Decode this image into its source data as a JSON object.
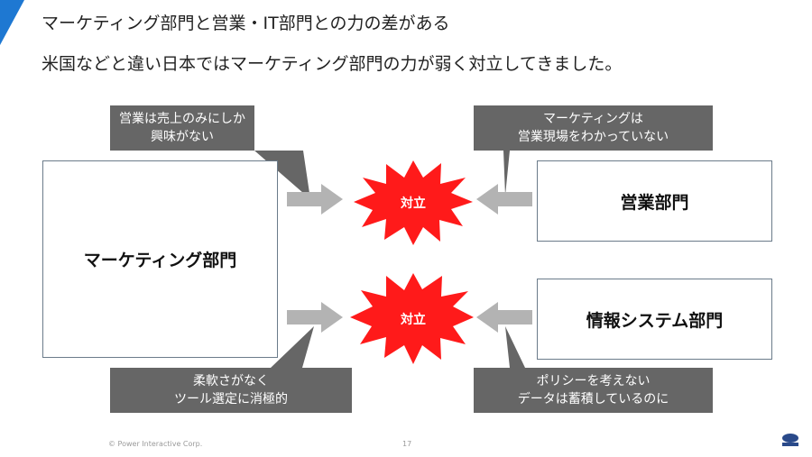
{
  "title": "マーケティング部門と営業・IT部門との力の差がある",
  "subtitle": "米国などと違い日本ではマーケティング部門の力が弱く対立してきました。",
  "boxes": {
    "marketing": "マーケティング部門",
    "sales": "営業部門",
    "it": "情報システム部門"
  },
  "callouts": {
    "sales_view": {
      "line1": "営業は売上のみにしか",
      "line2": "興味がない"
    },
    "marketing_view": {
      "line1": "マーケティングは",
      "line2": "営業現場をわかっていない"
    },
    "it_view": {
      "line1": "柔軟さがなく",
      "line2": "ツール選定に消極的"
    },
    "marketing_view_it": {
      "line1": "ポリシーを考えない",
      "line2": "データは蓄積しているのに"
    }
  },
  "conflict_label": "対立",
  "footer": {
    "copyright": "© Power Interactive Corp.",
    "page": "17"
  },
  "colors": {
    "accent": "#1e78d2",
    "callout": "#666666",
    "arrow": "#b3b3b3",
    "burst": "#ff1a1a",
    "box_border": "#6b7b8a"
  },
  "icons": {
    "logo": "power-interactive-logo"
  }
}
